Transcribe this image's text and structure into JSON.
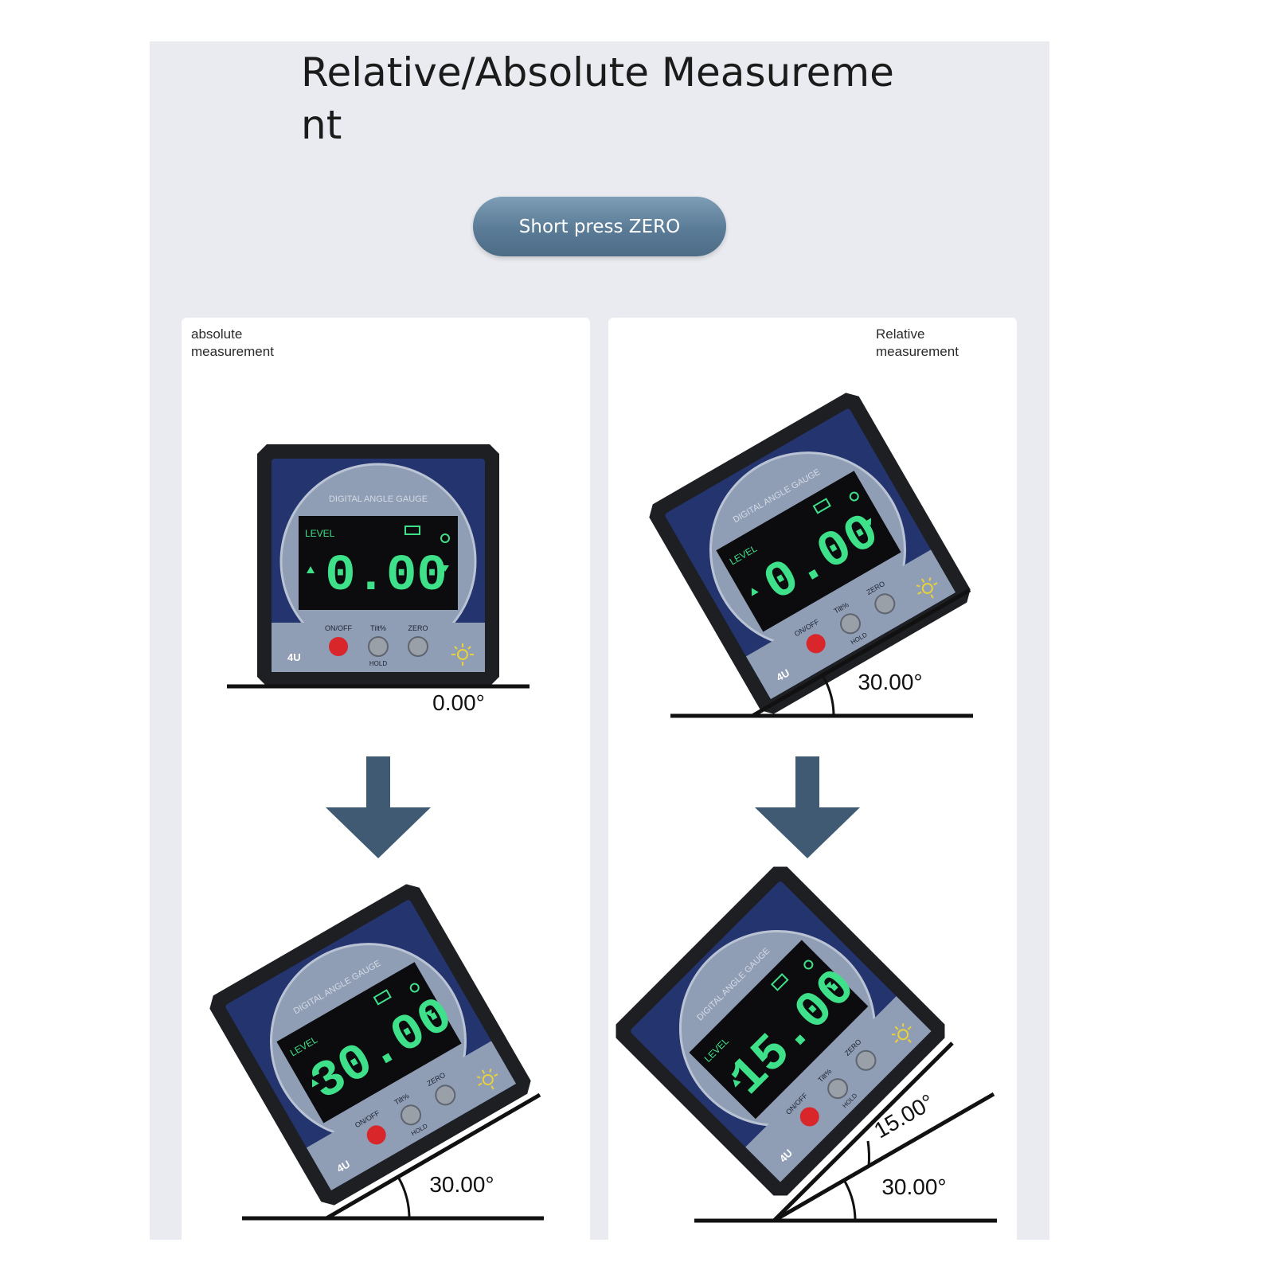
{
  "title": "Relative/Absolute Measurement",
  "mode_button": {
    "label": "Short press ZERO"
  },
  "gauge": {
    "brand_title": "DIGITAL ANGLE GAUGE",
    "level_label": "LEVEL",
    "buttons": {
      "onoff": "ON/OFF",
      "tilt": "Tilt%",
      "zero": "ZERO",
      "hold": "HOLD"
    },
    "model": "4U"
  },
  "cards": {
    "absolute": {
      "label": "absolute measurement",
      "before": {
        "display": "0.00",
        "tilt_deg": 0,
        "angle_label": "0.00°"
      },
      "after": {
        "display": "30.00",
        "tilt_deg": -30,
        "angle_label": "30.00°"
      }
    },
    "relative": {
      "label": "Relative measurement",
      "before": {
        "display": "0.00",
        "tilt_deg": -30,
        "angle_label": "30.00°"
      },
      "after": {
        "display": "15.00",
        "tilt_deg": -45,
        "angle_label": "30.00°",
        "relative_label": "15.00°"
      }
    }
  },
  "colors": {
    "panel_bg": "#e9ebf0",
    "arrow": "#3f5a72",
    "display_digits": "#3fe08a",
    "gauge_face": "#23346e",
    "gauge_dial": "#8f9db5",
    "red_button": "#d8262b",
    "gray_button": "#9aa0a8"
  },
  "icons": {
    "arrow": "arrow-down-icon",
    "light": "light-bulb-icon"
  }
}
